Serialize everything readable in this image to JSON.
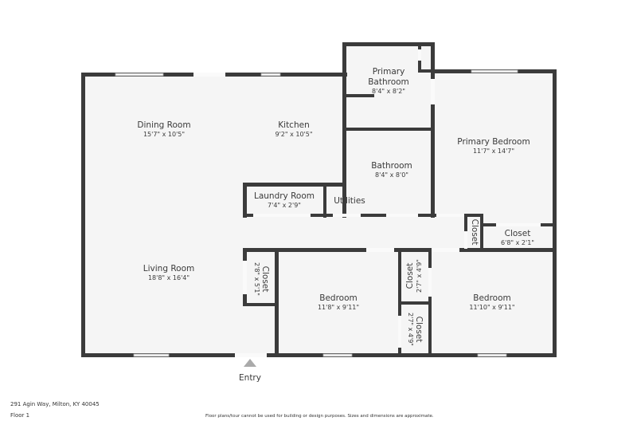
{
  "rooms": {
    "dining": {
      "name": "Dining Room",
      "dims": "15'7\" x 10'5\""
    },
    "kitchen": {
      "name": "Kitchen",
      "dims": "9'2\" x 10'5\""
    },
    "primary_bath": {
      "name_line1": "Primary",
      "name_line2": "Bathroom",
      "dims": "8'4\" x 8'2\""
    },
    "primary_bedroom": {
      "name": "Primary Bedroom",
      "dims": "11'7\" x 14'7\""
    },
    "bathroom": {
      "name": "Bathroom",
      "dims": "8'4\" x 8'0\""
    },
    "laundry": {
      "name": "Laundry Room",
      "dims": "7'4\" x 2'9\""
    },
    "utilities": {
      "name": "Utilities"
    },
    "hall_closet_small": {
      "name": "Closet"
    },
    "bedroom_closet_right": {
      "name": "Closet",
      "dims": "6'8\" x 2'1\""
    },
    "living": {
      "name": "Living Room",
      "dims": "18'8\" x 16'4\""
    },
    "living_closet": {
      "name": "Closet",
      "dims": "2'8\" x 5'1\""
    },
    "bedroom1": {
      "name": "Bedroom",
      "dims": "11'8\" x 9'11\""
    },
    "closet_a": {
      "name": "Closet",
      "dims": "2'7\" x 4'9\""
    },
    "closet_b": {
      "name": "Closet",
      "dims": "2'7\" x 4'9\""
    },
    "bedroom2": {
      "name": "Bedroom",
      "dims": "11'10\" x 9'11\""
    }
  },
  "entry": {
    "label": "Entry",
    "icon": "triangle-up-icon"
  },
  "footer": {
    "address": "291 Agin Way, Milton, KY 40045",
    "floor": "Floor 1",
    "disclaimer": "Floor plans/tour cannot be used for building or design purposes. Sizes and dimensions are approximate."
  },
  "colors": {
    "wall": "#3b3b3b",
    "floor": "#f5f5f5"
  }
}
